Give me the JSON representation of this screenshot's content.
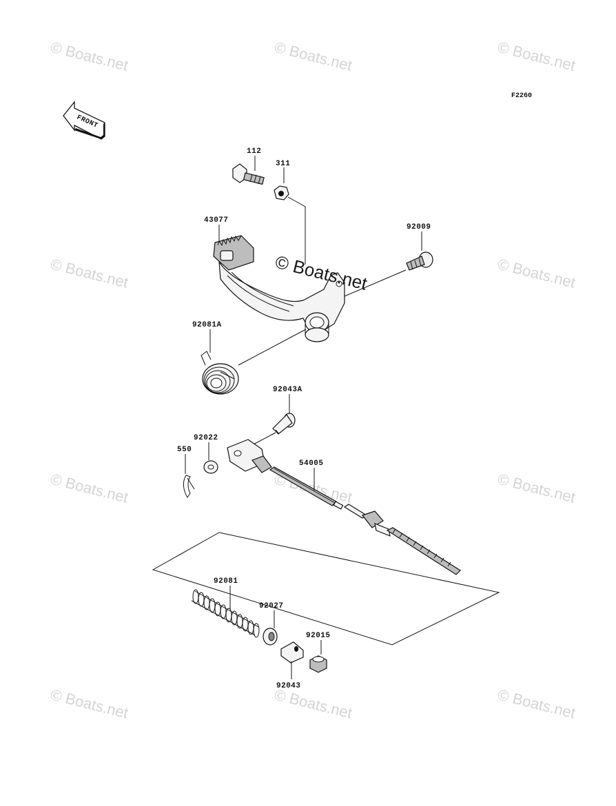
{
  "figure_code": "F2260",
  "front_marker": "FRONT",
  "watermark_text": "© Boats.net",
  "center_watermark_text": "© Boats.net",
  "parts": [
    {
      "id": "p-112",
      "label": "112",
      "icon": "bolt-icon"
    },
    {
      "id": "p-311",
      "label": "311",
      "icon": "nut-icon"
    },
    {
      "id": "p-43077",
      "label": "43077",
      "icon": "brake-pedal-icon"
    },
    {
      "id": "p-92009",
      "label": "92009",
      "icon": "screw-icon"
    },
    {
      "id": "p-92081A",
      "label": "92081A",
      "icon": "torsion-spring-icon"
    },
    {
      "id": "p-92043A",
      "label": "92043A",
      "icon": "pin-icon"
    },
    {
      "id": "p-92022",
      "label": "92022",
      "icon": "washer-icon"
    },
    {
      "id": "p-550",
      "label": "550",
      "icon": "cotter-pin-icon"
    },
    {
      "id": "p-54005",
      "label": "54005",
      "icon": "brake-cable-icon"
    },
    {
      "id": "p-92081",
      "label": "92081",
      "icon": "coil-spring-icon"
    },
    {
      "id": "p-92027",
      "label": "92027",
      "icon": "collar-icon"
    },
    {
      "id": "p-92015",
      "label": "92015",
      "icon": "adjuster-nut-icon"
    },
    {
      "id": "p-92043",
      "label": "92043",
      "icon": "joint-pin-icon"
    }
  ]
}
